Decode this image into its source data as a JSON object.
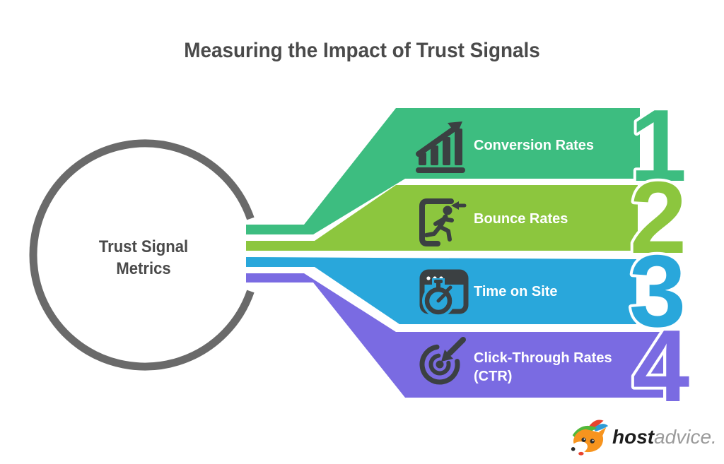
{
  "title": "Measuring the Impact of Trust Signals",
  "center": {
    "line1": "Trust Signal",
    "line2": "Metrics"
  },
  "bands": [
    {
      "number": "1",
      "label": "Conversion Rates",
      "color": "#3dbd80",
      "icon": "growth-chart-icon"
    },
    {
      "number": "2",
      "label": "Bounce Rates",
      "color": "#8cc63e",
      "icon": "exit-runner-icon"
    },
    {
      "number": "3",
      "label": "Time on Site",
      "color": "#29a7db",
      "icon": "browser-stopwatch-icon"
    },
    {
      "number": "4",
      "label": "Click-Through Rates",
      "label2": "(CTR)",
      "color": "#7a6be2",
      "icon": "click-target-icon"
    }
  ],
  "logo": {
    "bold": "host",
    "light": "advice."
  },
  "colors": {
    "title_text": "#4a4a4a",
    "circle_stroke": "#6a6a6a",
    "icon_dark": "#3b4042",
    "band_text": "#ffffff",
    "number_outline": "#ffffff"
  }
}
